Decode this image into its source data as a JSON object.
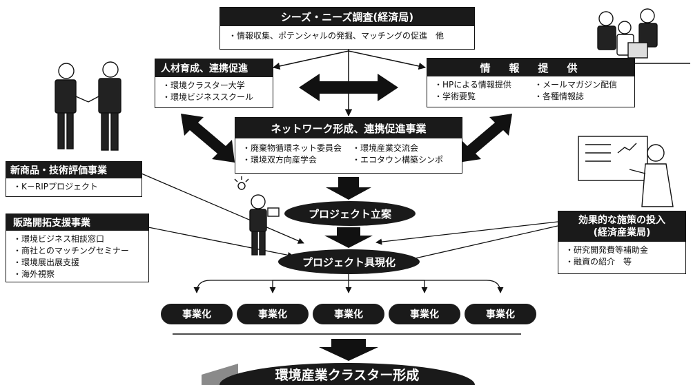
{
  "seeds_needs": {
    "title": "シーズ・ニーズ調査(経済局)",
    "items": [
      "・情報収集、ポテンシャルの発掘、マッチングの促進　他"
    ]
  },
  "hr_development": {
    "title": "人材育成、連携促進",
    "items": [
      "・環境クラスター大学",
      "・環境ビジネススクール"
    ]
  },
  "info_provision": {
    "title": "情　報　提　供",
    "items": [
      "・HPによる情報提供",
      "・メールマガジン配信",
      "・学術要覧",
      "・各種情報誌"
    ]
  },
  "network": {
    "title": "ネットワーク形成、連携促進事業",
    "items": [
      "・廃棄物循環ネット委員会",
      "・環境産業交流会",
      "・環境双方向産学会",
      "・エコタウン構築シンポ"
    ]
  },
  "new_product": {
    "title": "新商品・技術評価事業",
    "items": [
      "・K－RIPプロジェクト"
    ]
  },
  "sales_channel": {
    "title": "販路開拓支援事業",
    "items": [
      "・環境ビジネス相談窓口",
      "・商社とのマッチングセミナー",
      "・環境展出展支援",
      "・海外視察"
    ]
  },
  "policy": {
    "title_line1": "効果的な施策の投入",
    "title_line2": "(経済産業局)",
    "items": [
      "・研究開発費等補助金",
      "・融資の紹介　等"
    ]
  },
  "stages": {
    "planning": "プロジェクト立案",
    "realization": "プロジェクト具現化",
    "commercialization": [
      "事業化",
      "事業化",
      "事業化",
      "事業化",
      "事業化"
    ],
    "final": "環境産業クラスター形成"
  },
  "colors": {
    "ink": "#1a1a1a",
    "paper": "#ffffff",
    "grey": "#8a8a8a"
  }
}
